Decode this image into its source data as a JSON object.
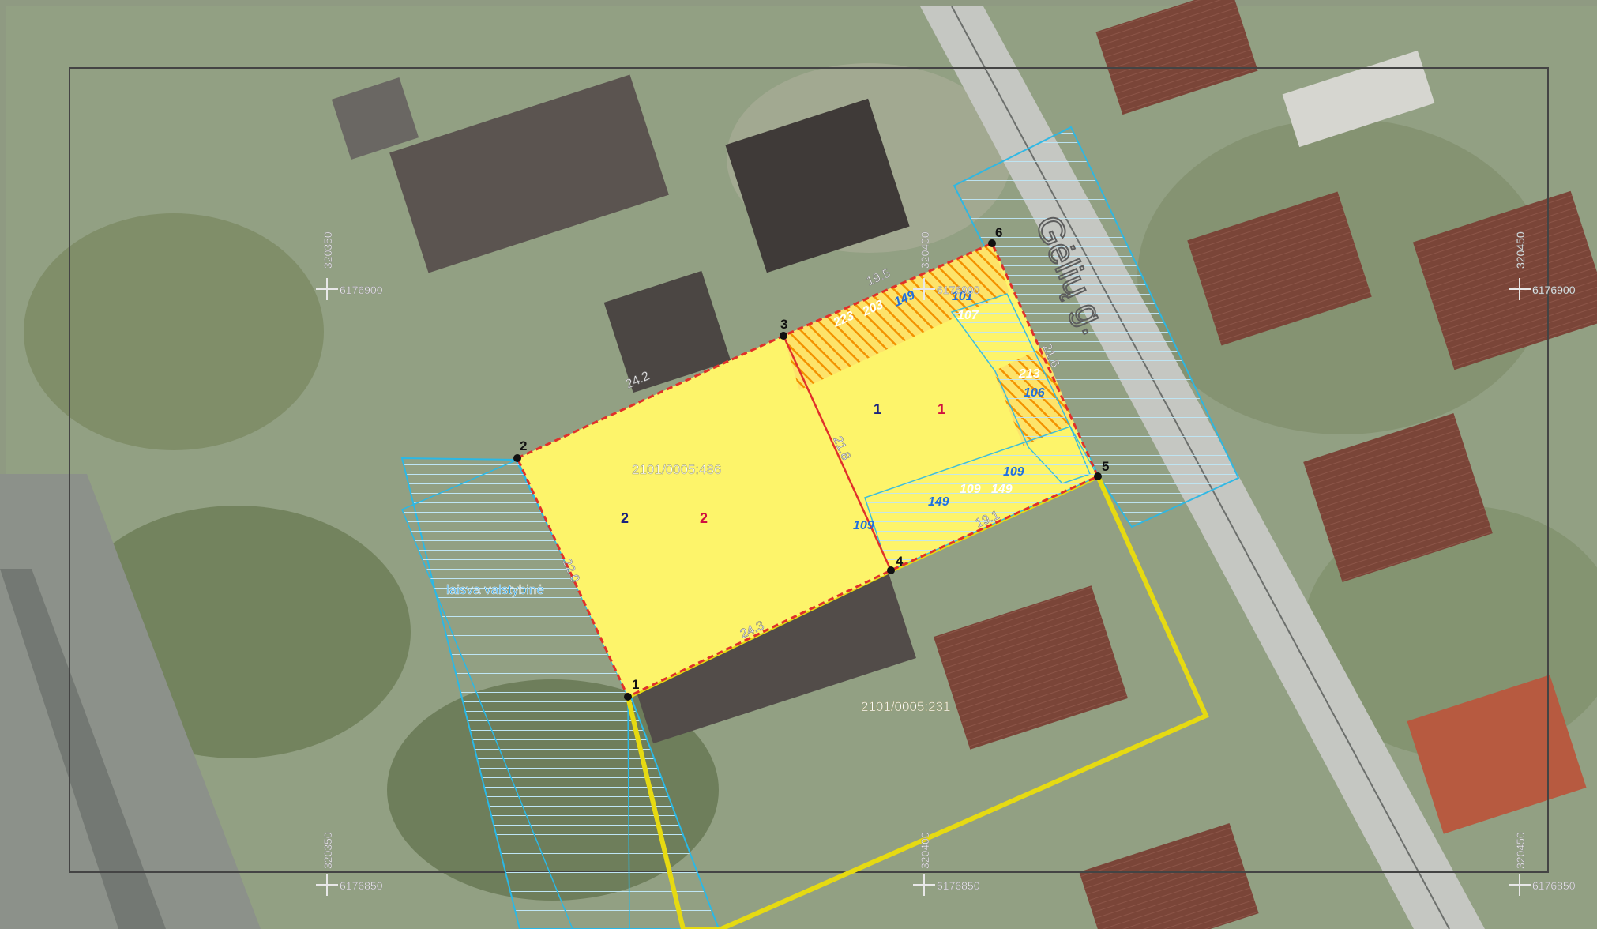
{
  "map": {
    "parcels": {
      "main_id": "2101/0005:486",
      "south_id": "2101/0005:231",
      "state_land_label": "laisva valstybinė"
    },
    "street_label": "Gėlių g.",
    "points": [
      "1",
      "2",
      "3",
      "4",
      "5",
      "6"
    ],
    "sides": {
      "north_left": "24.2",
      "north_right": "19.5",
      "west": "22.0",
      "south": "24.3",
      "divider": "21.8",
      "east": "21.6",
      "south_east": "19.1"
    },
    "subparts": {
      "left_dark": "2",
      "left_red": "2",
      "right_dark": "1",
      "right_red": "1"
    },
    "codes": {
      "orange_a": "223",
      "orange_b": "203",
      "blue_a": "149",
      "blue_b": "101",
      "blue_c": "107",
      "orange_c": "213",
      "blue_d": "106",
      "blue_e": "109",
      "blue_f": "149",
      "blue_g": "109",
      "blue_h": "109",
      "blue_i": "149"
    },
    "coords": {
      "x_left": "320350",
      "x_mid": "320400",
      "x_right": "320450",
      "y_top": "6176900",
      "y_bottom": "6176850"
    },
    "colors": {
      "parcel_fill": "#fdf46a",
      "parcel_border": "#e0302a",
      "road_border": "#2ab8e6",
      "south_border": "#e6da12",
      "easement_hatch": "#f39200",
      "label_white": "#ffffff",
      "label_blue": "#1e6fe0"
    }
  }
}
